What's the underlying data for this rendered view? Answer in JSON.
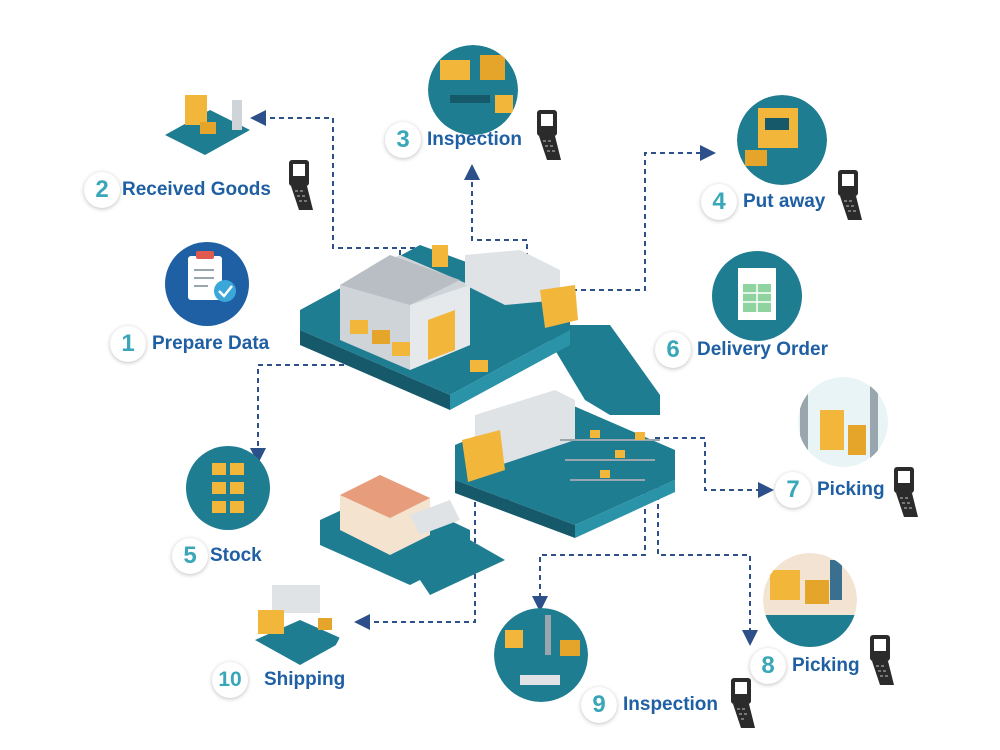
{
  "steps": [
    {
      "num": "1",
      "label": "Prepare Data"
    },
    {
      "num": "2",
      "label": "Received Goods"
    },
    {
      "num": "3",
      "label": "Inspection"
    },
    {
      "num": "4",
      "label": "Put away"
    },
    {
      "num": "5",
      "label": "Stock"
    },
    {
      "num": "6",
      "label": "Delivery Order"
    },
    {
      "num": "7",
      "label": "Picking"
    },
    {
      "num": "8",
      "label": "Picking"
    },
    {
      "num": "9",
      "label": "Inspection"
    },
    {
      "num": "10",
      "label": "Shipping"
    }
  ],
  "colors": {
    "teal": "#1f7d92",
    "dark_teal": "#16596b",
    "label_blue": "#1f5fa3",
    "number_teal": "#3aa7b8",
    "box_yellow": "#f2b63a",
    "arrow": "#2d4f8a"
  }
}
